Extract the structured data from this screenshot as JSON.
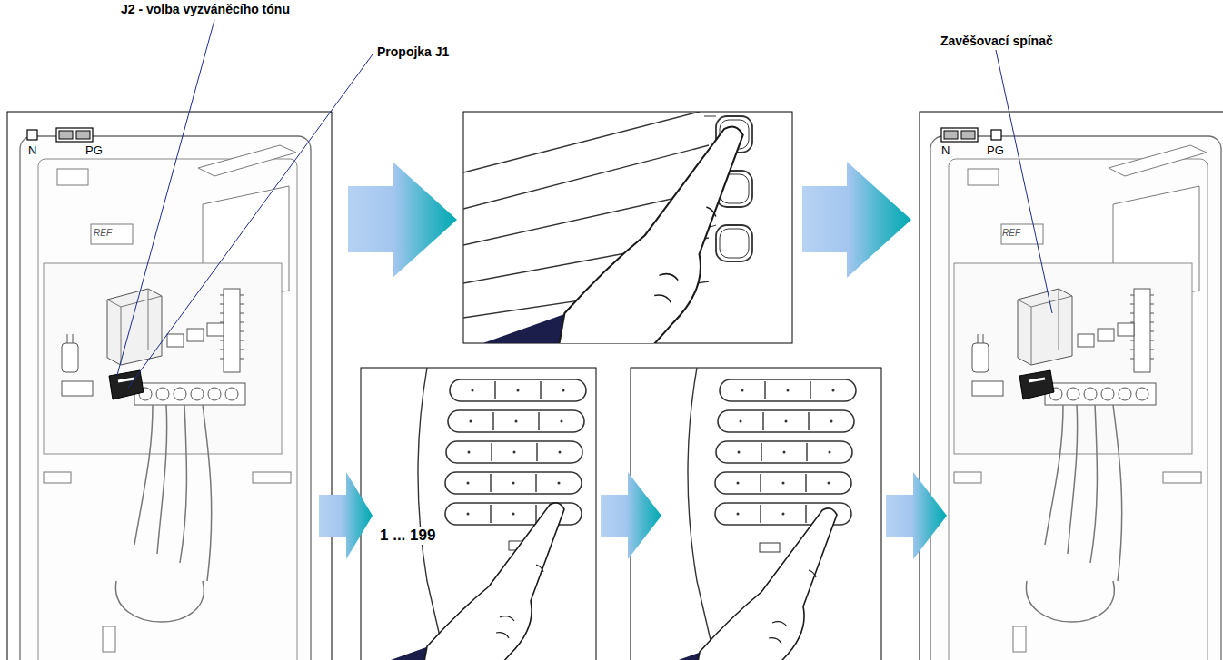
{
  "diagram": {
    "labels": [
      "J2 - volba vyzváněcího tónu",
      "Propojka J1",
      "Zavěšovací spínač",
      "N",
      "PG",
      "REF",
      "1 ... 199",
      "N",
      "PG",
      "REF"
    ]
  }
}
